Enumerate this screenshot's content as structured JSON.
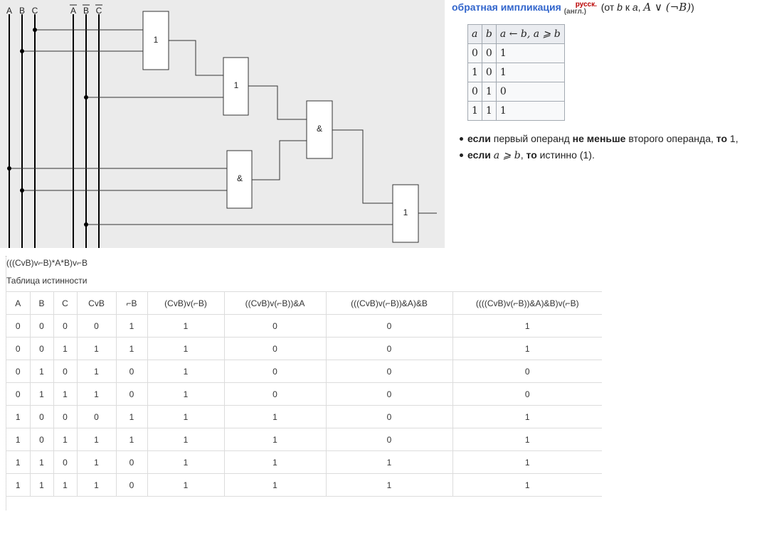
{
  "circuit": {
    "bus_labels": [
      "A",
      "B",
      "C",
      "A",
      "B",
      "C"
    ],
    "overlined": [
      false,
      false,
      false,
      true,
      true,
      true
    ],
    "gates": [
      {
        "id": "g1",
        "op": "1"
      },
      {
        "id": "g2",
        "op": "1"
      },
      {
        "id": "g3",
        "op": "&"
      },
      {
        "id": "g4",
        "op": "&"
      },
      {
        "id": "g5",
        "op": "1"
      }
    ]
  },
  "wiki": {
    "term": "обратная импликация",
    "lang_ru": "русск.",
    "lang_en": "(англ.)",
    "desc_open": "(от ",
    "desc_var_b": "b",
    "desc_mid": " к ",
    "desc_var_a": "a",
    "desc_comma": ", ",
    "desc_formula": "A ∨ (¬B)",
    "desc_close": ")",
    "small_table": {
      "headers": [
        "a",
        "b",
        "a ← b, a ⩾ b"
      ],
      "rows": [
        [
          "0",
          "0",
          "1"
        ],
        [
          "1",
          "0",
          "1"
        ],
        [
          "0",
          "1",
          "0"
        ],
        [
          "1",
          "1",
          "1"
        ]
      ]
    },
    "rule1": {
      "kw_if": "если",
      "t1": " первый операнд ",
      "kw_notless": "не меньше",
      "t2": " второго операнда, ",
      "kw_then": "то",
      "t3": " 1,"
    },
    "rule2": {
      "kw_if": "если",
      "math": "a ⩾ b",
      "t1": ", ",
      "kw_then": "то",
      "t2": " истинно (1)."
    }
  },
  "formula": "(((CvB)v⌐B)*A*B)v⌐B",
  "caption": "Таблица истинности",
  "truth_table": {
    "headers": [
      "A",
      "B",
      "C",
      "CvB",
      "⌐B",
      "(CvB)v(⌐B)",
      "((CvB)v(⌐B))&A",
      "(((CvB)v(⌐B))&A)&B",
      "((((CvB)v(⌐B))&A)&B)v(⌐B)"
    ],
    "rows": [
      [
        "0",
        "0",
        "0",
        "0",
        "1",
        "1",
        "0",
        "0",
        "1"
      ],
      [
        "0",
        "0",
        "1",
        "1",
        "1",
        "1",
        "0",
        "0",
        "1"
      ],
      [
        "0",
        "1",
        "0",
        "1",
        "0",
        "1",
        "0",
        "0",
        "0"
      ],
      [
        "0",
        "1",
        "1",
        "1",
        "0",
        "1",
        "0",
        "0",
        "0"
      ],
      [
        "1",
        "0",
        "0",
        "0",
        "1",
        "1",
        "1",
        "0",
        "1"
      ],
      [
        "1",
        "0",
        "1",
        "1",
        "1",
        "1",
        "1",
        "0",
        "1"
      ],
      [
        "1",
        "1",
        "0",
        "1",
        "0",
        "1",
        "1",
        "1",
        "1"
      ],
      [
        "1",
        "1",
        "1",
        "1",
        "0",
        "1",
        "1",
        "1",
        "1"
      ]
    ]
  },
  "colors": {
    "link": "#3366cc",
    "lang_ru": "#ba0000",
    "circuit_bg": "#ebebeb",
    "table_header_bg": "#eaecf0"
  }
}
